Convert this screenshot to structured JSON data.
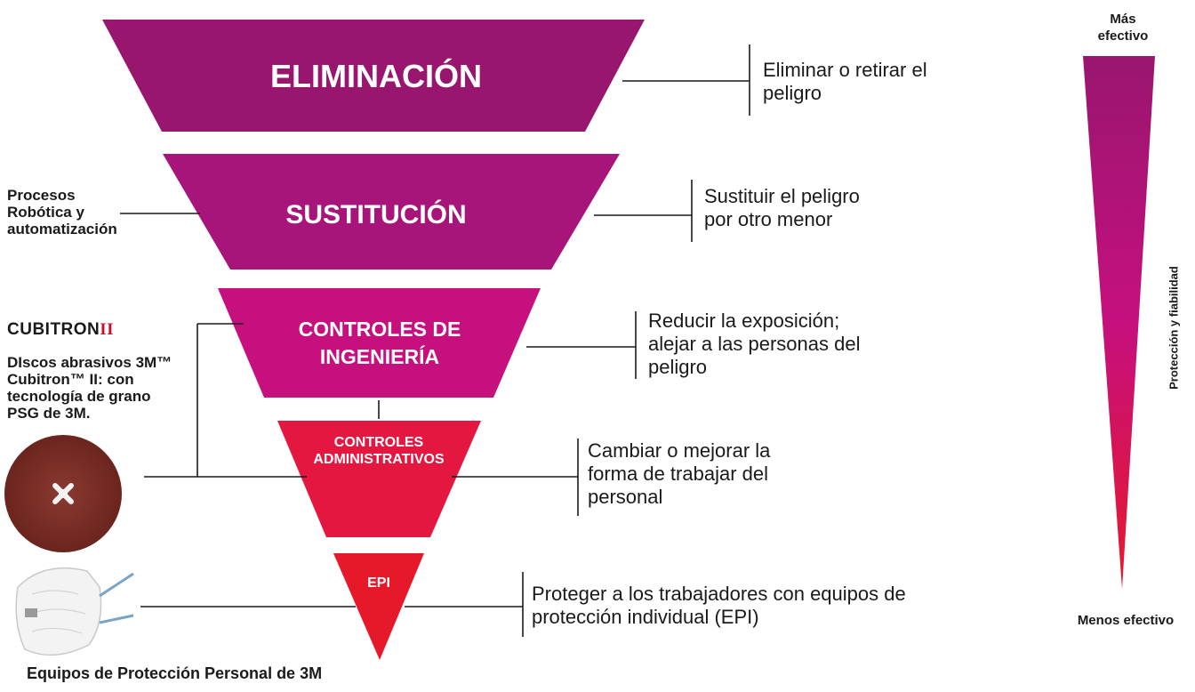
{
  "levels": [
    {
      "id": "eliminacion",
      "title": "ELIMINACIÓN",
      "description": "Eliminar o retirar el peligro",
      "color": "#99166f"
    },
    {
      "id": "sustitucion",
      "title": "SUSTITUCIÓN",
      "description": "Sustituir el peligro por otro menor",
      "color": "#a8157a"
    },
    {
      "id": "ingenieria",
      "title_lines": [
        "CONTROLES DE",
        "INGENIERÍA"
      ],
      "description": "Reducir la exposición; alejar a las personas del peligro",
      "color": "#c5107e"
    },
    {
      "id": "administrativos",
      "title_lines": [
        "CONTROLES",
        "ADMINISTRATIVOS"
      ],
      "description": "Cambiar o mejorar la forma de trabajar del personal",
      "color": "#e3173f"
    },
    {
      "id": "epi",
      "title": "EPI",
      "description": "Proteger a los trabajadores con equipos de protección individual (EPI)",
      "color": "#e6192b"
    }
  ],
  "left_labels": {
    "procesos": "Procesos Robótica y automatización",
    "cubitron_logo": "CUBITRON",
    "cubitron_logo_suffix": "II",
    "discos": "DIscos abrasivos 3M™ Cubitron™ II: con tecnología de grano PSG de 3M.",
    "epp_caption": "Equipos de Protección Personal de 3M"
  },
  "scale": {
    "top": "Más efectivo",
    "bottom": "Menos efectivo",
    "axis": "Protección y fiabilidad",
    "gradient_top": "#99166f",
    "gradient_mid": "#c5107e",
    "gradient_bottom": "#e6192b"
  },
  "icons": [
    "abrasive-disc-icon",
    "respirator-mask-icon"
  ]
}
